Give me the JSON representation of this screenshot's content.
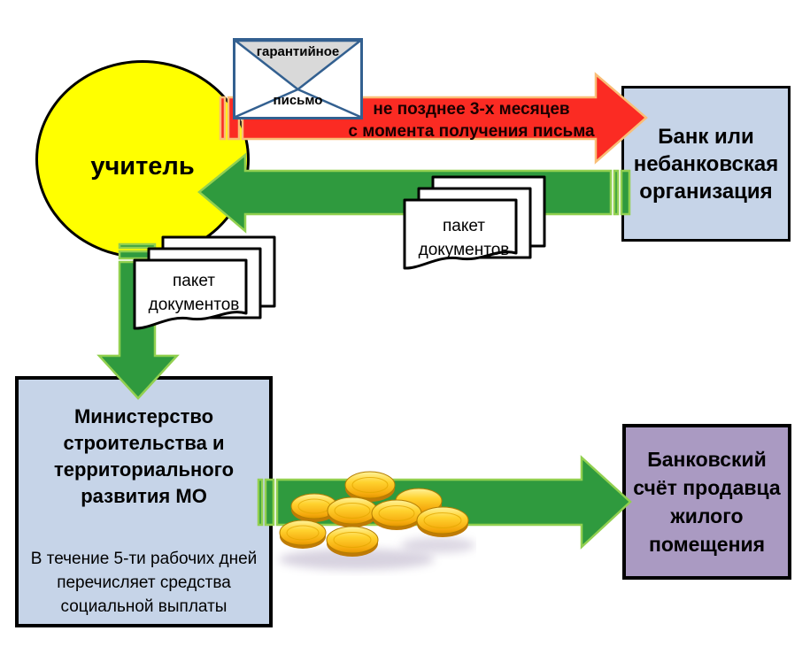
{
  "colors": {
    "canvas-bg": "#FFFFFF",
    "node-yellow": "#FFFF00",
    "node-blue": "#C6D4E8",
    "node-purple": "#AA9AC2",
    "node-border": "#000000",
    "arrow-red": "#FB2B23",
    "arrow-red-border": "#F9BE77",
    "arrow-green": "#2F9A3E",
    "arrow-green-border": "#92D050",
    "envelope-blue": "#336090",
    "envelope-flap": "#D9D9D9",
    "coin-gold": "#FFD22E",
    "coin-rim": "#B57E00"
  },
  "nodes": {
    "teacher": {
      "label": "учитель"
    },
    "bank": {
      "label": "Банк или\nнебанковская\nорганизация"
    },
    "ministry": {
      "title": "Министерство\nстроительства и\nтерриториального\nразвития МО",
      "note": "В течение 5-ти рабочих дней\nперечисляет средства\nсоциальной выплаты"
    },
    "seller_account": {
      "label": "Банковский\nсчёт продавца\nжилого\nпомещения"
    }
  },
  "arrows": {
    "deadline_label": "не позднее 3-х месяцев\nс момента получения письма"
  },
  "attachments": {
    "envelope": {
      "top_label": "гарантийное",
      "bottom_label": "письмо"
    },
    "package_to_teacher": {
      "label": "пакет\nдокументов"
    },
    "package_to_ministry": {
      "label": "пакет\nдокументов"
    }
  },
  "icons": {
    "envelope-icon": "✉",
    "documents-icon": "🗎",
    "coins-icon": "🪙"
  }
}
